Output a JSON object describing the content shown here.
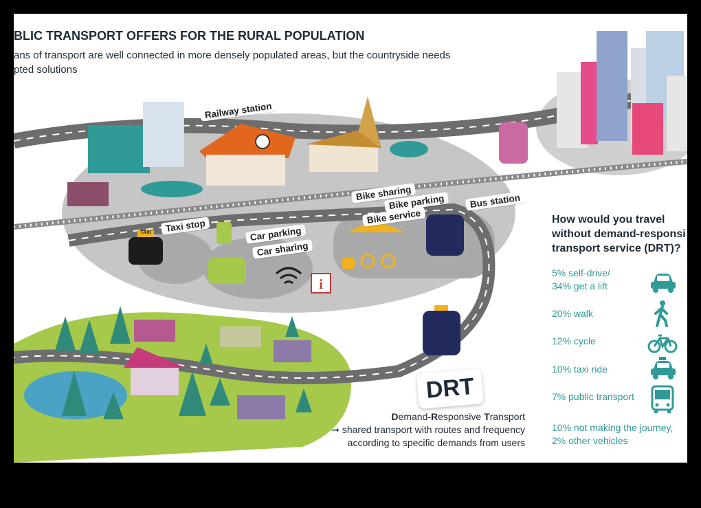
{
  "header": {
    "title": "BLIC TRANSPORT OFFERS FOR THE RURAL POPULATION",
    "subtitle_line1": "ans of transport are well connected in more densely populated areas, but the countryside needs",
    "subtitle_line2": "pted solutions"
  },
  "map_labels": {
    "railway_station": "Railway station",
    "taxi_stop": "Taxi stop",
    "car_parking": "Car parking",
    "car_sharing": "Car sharing",
    "bike_sharing": "Bike sharing",
    "bike_parking": "Bike parking",
    "bike_service": "Bike service",
    "bus_station": "Bus station",
    "taxi_sign": "TAXI"
  },
  "drt": {
    "badge": "DRT",
    "def_d": "D",
    "def_emand": "emand-",
    "def_r": "R",
    "def_esponsive": "esponsive ",
    "def_t": "T",
    "def_ransport": "ransport",
    "def_line2": "➞ shared transport with routes and frequency",
    "def_line3": "according to specific demands from users"
  },
  "survey": {
    "question_line1": "How would you travel",
    "question_line2": "without demand-responsi",
    "question_line3": "transport service (DRT)?",
    "options": [
      {
        "line1": "5% self-drive/",
        "line2": "34% get a lift",
        "icon": "car-icon"
      },
      {
        "line1": "20% walk",
        "line2": "",
        "icon": "walking-person-icon"
      },
      {
        "line1": "12% cycle",
        "line2": "",
        "icon": "bicycle-icon"
      },
      {
        "line1": "10% taxi ride",
        "line2": "",
        "icon": "taxi-icon"
      },
      {
        "line1": "7% public transport",
        "line2": "",
        "icon": "bus-icon"
      },
      {
        "line1": "10% not making the journey,",
        "line2": "2% other vehicles",
        "icon": ""
      }
    ]
  },
  "colors": {
    "ground": "#c9c9c9",
    "road": "#6d6d6d",
    "teal": "#2f9a96",
    "navy": "#232b5e",
    "orange": "#e1671e",
    "green_field": "#a6c94b",
    "accent_yellow": "#f0b21d"
  }
}
